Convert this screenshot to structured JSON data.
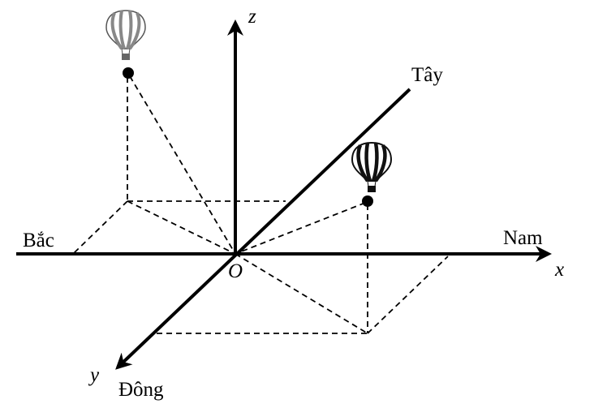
{
  "labels": {
    "origin": "O",
    "x_axis": "x",
    "y_axis": "y",
    "z_axis": "z",
    "north": "Bắc",
    "south": "Nam",
    "west": "Tây",
    "east": "Đông"
  },
  "colors": {
    "line": "#000000",
    "balloon_gray": "#9a9a9a",
    "balloon_dark": "#111111"
  },
  "icons": [
    "hot-air-balloon-gray",
    "hot-air-balloon-black"
  ]
}
